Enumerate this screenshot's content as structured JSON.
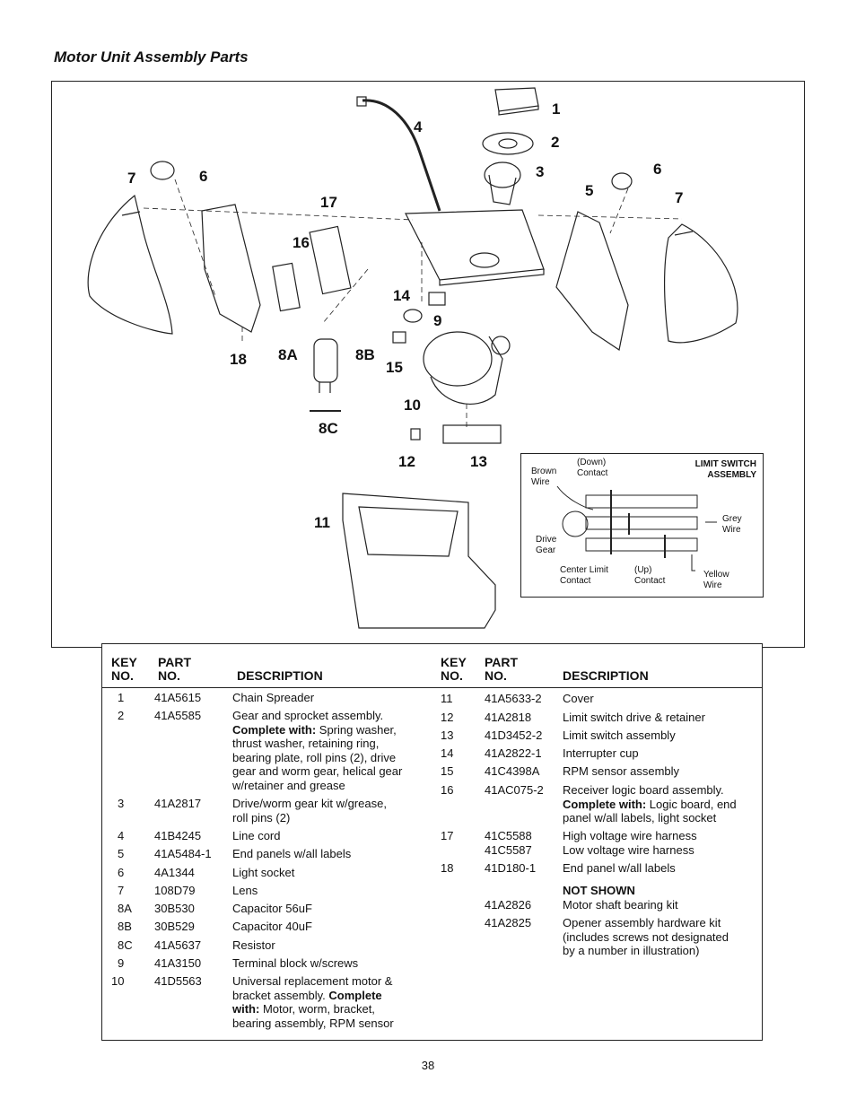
{
  "page_title": "Motor Unit Assembly Parts",
  "page_number": "38",
  "diagram_labels": {
    "l1": "1",
    "l2": "2",
    "l3": "3",
    "l4": "4",
    "l5": "5",
    "l6a": "6",
    "l6b": "6",
    "l7a": "7",
    "l7b": "7",
    "l8a": "8A",
    "l8b": "8B",
    "l8c": "8C",
    "l9": "9",
    "l10": "10",
    "l11": "11",
    "l12": "12",
    "l13": "13",
    "l14": "14",
    "l15": "15",
    "l16": "16",
    "l17": "17",
    "l18": "18"
  },
  "limit_switch": {
    "title_line1": "LIMIT SWITCH",
    "title_line2": "ASSEMBLY",
    "down_contact_1": "(Down)",
    "down_contact_2": "Contact",
    "brown_wire_1": "Brown",
    "brown_wire_2": "Wire",
    "grey_wire_1": "Grey",
    "grey_wire_2": "Wire",
    "drive_gear_1": "Drive",
    "drive_gear_2": "Gear",
    "center_limit_1": "Center Limit",
    "center_limit_2": "Contact",
    "up_contact_1": "(Up)",
    "up_contact_2": "Contact",
    "yellow_wire_1": "Yellow",
    "yellow_wire_2": "Wire"
  },
  "table": {
    "headers": {
      "key_1": "KEY",
      "key_2": "NO.",
      "part_1": "PART",
      "part_2": "NO.",
      "desc": "DESCRIPTION"
    },
    "left": [
      {
        "key": "1",
        "part": "41A5615",
        "desc": "Chain Spreader"
      },
      {
        "key": "2",
        "part": "41A5585",
        "desc": "Gear and sprocket assembly.",
        "bold": "Complete with:",
        "rest_1": " Spring washer,",
        "rest_lines": [
          "thrust washer, retaining ring,",
          "bearing plate, roll pins (2), drive",
          "gear and worm gear, helical gear",
          "w/retainer and grease"
        ]
      },
      {
        "key": "3",
        "part": "41A2817",
        "desc": "Drive/worm gear kit w/grease,",
        "desc_2": "roll pins (2)"
      },
      {
        "key": "4",
        "part": "41B4245",
        "desc": "Line cord"
      },
      {
        "key": "5",
        "part": "41A5484-1",
        "desc": "End panels w/all labels"
      },
      {
        "key": "6",
        "part": "4A1344",
        "desc": "Light socket"
      },
      {
        "key": "7",
        "part": "108D79",
        "desc": "Lens"
      },
      {
        "key": "8A",
        "part": "30B530",
        "desc": "Capacitor 56uF"
      },
      {
        "key": "8B",
        "part": "30B529",
        "desc": "Capacitor 40uF"
      },
      {
        "key": "8C",
        "part": "41A5637",
        "desc": "Resistor"
      },
      {
        "key": "9",
        "part": "41A3150",
        "desc": "Terminal block w/screws"
      },
      {
        "key": "10",
        "part": "41D5563",
        "desc": "Universal replacement motor &",
        "desc_2a": "bracket assembly. ",
        "bold": "Complete",
        "bold_2": "with:",
        "rest_1": " Motor, worm, bracket,",
        "desc_4": "bearing assembly, RPM sensor"
      }
    ],
    "right": [
      {
        "key": "11",
        "part": "41A5633-2",
        "desc": "Cover"
      },
      {
        "key": "12",
        "part": "41A2818",
        "desc": "Limit switch drive & retainer"
      },
      {
        "key": "13",
        "part": "41D3452-2",
        "desc": "Limit switch assembly"
      },
      {
        "key": "14",
        "part": "41A2822-1",
        "desc": "Interrupter cup"
      },
      {
        "key": "15",
        "part": "41C4398A",
        "desc": "RPM sensor assembly"
      },
      {
        "key": "16",
        "part": "41AC075-2",
        "desc": "Receiver logic board assembly.",
        "bold": "Complete with:",
        "rest_1": " Logic board, end",
        "desc_3": "panel w/all labels, light socket"
      },
      {
        "key": "17",
        "part": "41C5588",
        "desc": "High voltage wire harness",
        "part_2": "41C5587",
        "desc_2": "Low voltage wire harness"
      },
      {
        "key": "18",
        "part": "41D180-1",
        "desc": "End panel w/all labels"
      },
      {
        "key": "",
        "part": "",
        "desc": "NOT SHOWN"
      },
      {
        "key": "",
        "part": "41A2826",
        "desc": "Motor shaft bearing kit"
      },
      {
        "key": "",
        "part": "41A2825",
        "desc": "Opener assembly hardware kit",
        "desc_2": "(includes screws not designated",
        "desc_3": "by a number in illustration)"
      }
    ]
  }
}
